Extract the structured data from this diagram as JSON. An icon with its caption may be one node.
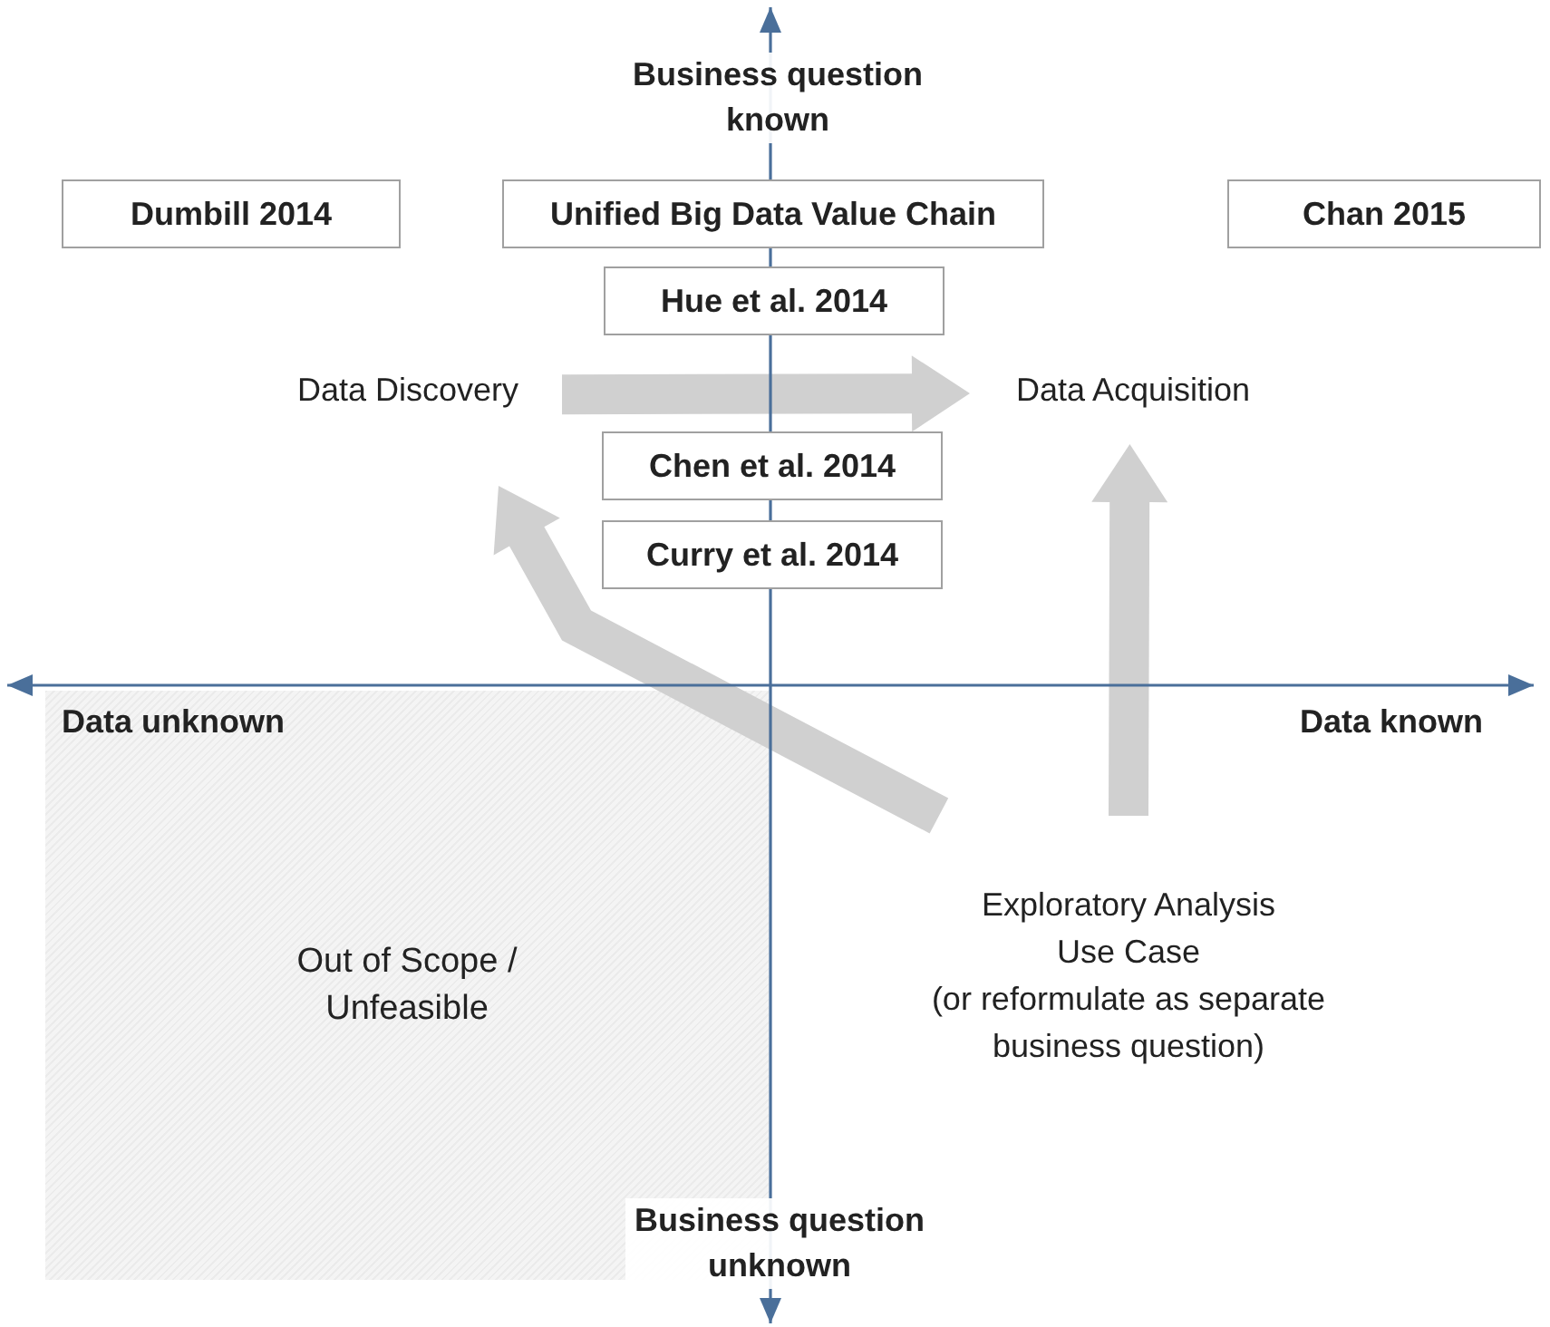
{
  "diagram": {
    "nodes": [
      {
        "text": [
          "Dumbill 2014"
        ]
      },
      {
        "text": [
          "Unified Big Data Value Chain"
        ]
      },
      {
        "text": [
          "Chan 2015"
        ]
      },
      {
        "text": [
          "Hue et al. 2014"
        ]
      },
      {
        "text": [
          "Data Discovery"
        ]
      },
      {
        "text": [
          "Data Acquisition"
        ]
      },
      {
        "text": [
          "Chen et al. 2014"
        ]
      },
      {
        "text": [
          "Curry et al. 2014"
        ]
      },
      {
        "text": [
          "Out of Scope / Unfeasible"
        ]
      },
      {
        "text": [
          "Exploratory Analysis Use Case",
          "(or reformulate as separate business question)"
        ]
      }
    ],
    "edges": [
      {
        "from": 4,
        "to": 5,
        "arrow": "to",
        "style": "thick",
        "color": "#d0d0d0"
      },
      {
        "from": 9,
        "to": 4,
        "arrow": "to",
        "style": "thick",
        "color": "#d0d0d0"
      },
      {
        "from": 9,
        "to": 5,
        "arrow": "to",
        "style": "thick",
        "color": "#d0d0d0"
      }
    ],
    "labels": [
      "Business question known",
      "Data unknown",
      "Data known",
      "Business question unknown"
    ]
  }
}
